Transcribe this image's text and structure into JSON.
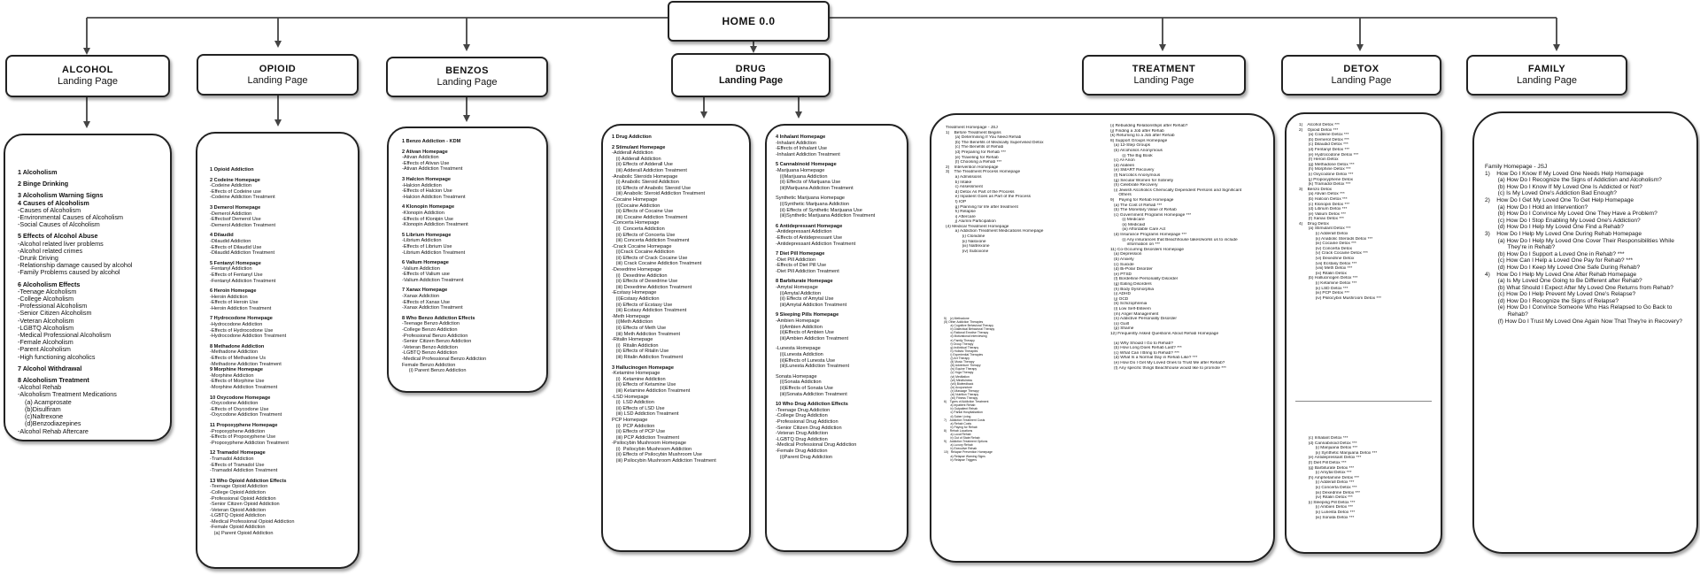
{
  "home": {
    "label": "HOME 0.0"
  },
  "landing": [
    {
      "title": "ALCOHOL",
      "subtitle": "Landing Page"
    },
    {
      "title": "OPIOID",
      "subtitle": "Landing Page"
    },
    {
      "title": "BENZOS",
      "subtitle": "Landing Page"
    },
    {
      "title": "DRUG",
      "subtitle": "Landing Page"
    },
    {
      "title": "TREATMENT",
      "subtitle": "Landing Page"
    },
    {
      "title": "DETOX",
      "subtitle": "Landing Page"
    },
    {
      "title": "FAMILY",
      "subtitle": "Landing Page"
    }
  ],
  "alcohol": [
    "1 Alcoholism",
    "",
    "2 Binge Drinking",
    "",
    "3 Alcoholism Warning Signs",
    "4 Causes of Alcoholism",
    "-Causes of Alcoholism",
    "-Environmental Causes of Alcoholism",
    "-Social Causes of Alcoholism",
    "",
    "5 Effects of Alcohol Abuse",
    "-Alcohol related liver problems",
    "-Alcohol related crimes",
    "-Drunk Driving",
    "-Relationship damage caused by alcohol",
    "-Family Problems caused by alcohol",
    "",
    "6 Alcoholism Effects",
    "-Teenage Alcoholism",
    "-College Alcoholism",
    "-Professional Alcoholism",
    "-Senior Citizen Alcoholism",
    "-Veteran Alcoholism",
    "-LGBTQ Alcoholism",
    "-Medical Professional Alcoholism",
    "-Female Alcoholism",
    "-Parent Alcoholism",
    "-High functioning alcoholics",
    "",
    "7 Alcohol Withdrawal",
    "",
    "8 Alcoholism Treatment",
    "-Alcohol Rehab",
    "-Alcoholism Treatment Medications",
    "    (a) Acamprosate",
    "    (b)Disulfiram",
    "    (c)Naltrexone",
    "    (d)Benzodiazepines",
    "-Alcohol Rehab Aftercare"
  ],
  "opioid": [
    "1 Opioid Addiction",
    "",
    "2 Codeine Homepage",
    "-Codeine Addiction",
    "-Effects of Codeine use",
    "-Codeine Addiction Treatment",
    "",
    "3 Demerol Homepage",
    "-Demerol Addiction",
    "-Effectsof Demerol Use",
    "-Demerol Addiction Treatment",
    "",
    "4 Dilaudid",
    "-Dilaudid Addiction",
    "-Effects of Dilaudid Use",
    "-Dilaudid Addiction Treatment",
    "",
    "5 Fentanyl Homepage",
    "-Fentanyl Addiction",
    "-Effects of Fentanyl Use",
    "-Fentanyl Addiction Treatment",
    "",
    "6 Heroin Homepage",
    "-Heroin Addiction",
    "-Effects of Heroin Use",
    "-Heroin Addiction Treatment",
    "",
    "7 Hydrocodone Homepage",
    "-Hydrocodone Addiction",
    "-Effects of Hydrocodone Use",
    "-Hydrocodone Addiction Treatment",
    "",
    "8 Methadone Addiction",
    "-Methadone Addiction",
    "-Effects of Methadone Us",
    "-Methadone Addiction Treatment",
    "9 Morphine Homepage",
    "-Morphine Addiction",
    "-Effects of Morphine Use",
    "-Morphine Addiction Treatment",
    "",
    "10 Oxycodone Homepage",
    "-Oxycodone Addiction",
    "-Effects of Oxycodone Use",
    "-Oxycodone Addiction Treatment",
    "",
    "11 Propoxyphene Homepage",
    "-Propoxyphene Addiction",
    "-Effects of Propoxyphene Use",
    "-Propoxyphene Addiction Treatment",
    "",
    "12 Tramadol Homepage",
    "-Tramadol Addiction",
    "-Effects of Tramadol Use",
    "-Tramadol Addiction Treatment",
    "",
    "13 Who Opioid Addiction Effects",
    "-Teenage Opioid Addiction",
    "-College Opioid Addiction",
    "-Professional Opioid Addiction",
    "-Senior Citizen Opioid Addiction",
    "-Veteran Opioid Addiction",
    "-LGBTQ Opioid Addiction",
    "-Medical Professional Opioid Addiction",
    "-Female Opioid Addiction",
    "   (a) Parent Opioid Addiction"
  ],
  "benzos": [
    "1 Benzo Addiction - KDM",
    "",
    "2 Ativan Homepage",
    "-Ativan Addiction",
    "-Effects of Ativan Use",
    "-Ativan Addiction Treatment",
    "",
    "3 Halcion Homepage",
    "-Halcion Addiction",
    "-Effects of Halcion Use",
    "-Halcion Addiction Treatment",
    "",
    "4 Klonopin Homepage",
    "-Klonopin Addiction",
    "-Effects of Klonipin Use",
    "-Klonopin Addiction Treatment",
    "",
    "5 Librium Homepage",
    "-Librium Addiction",
    "-Effects of Librium Use",
    "-Librium Addiction Treatment",
    "",
    "6 Valium Homepage",
    "-Valium Addiction",
    "-Effects of Valium use",
    "-Valium Addiction Treatment",
    "",
    "7 Xanax Homepage",
    "-Xanax Addiction",
    "-Effects of Xanax Use",
    "-Xanax Addiction Treatment",
    "",
    "8 Who Benzo Addiction Effects",
    "-Teenage Benzo Addiction",
    "-College Benzo Addiction",
    "-Professional Benzo Addiction",
    "-Senior Citizen Benzo Addiction",
    "-Veteran Benzo Addiction",
    "-LGBTQ Benzo Addiction",
    "-Medical Professional Benzo Addiction",
    "Female Benzo Addiction",
    "     (i) Parent Benzo Addiction"
  ],
  "drug_left": [
    "1 Drug Addiction",
    "",
    "2 Stimulant Homepage",
    "-Adderall Addiction",
    "   (i) Adderall Addiction",
    "   (ii) Effects of Adderall Use",
    "   (iii) Adderall Addiction Treatment",
    "-Anabolic Steroids Homepage",
    "   (i) Anabolic Steroid Addiction",
    "   (ii) Effects of Anabolic Steroid Use",
    "   (iii) Anabolic Steroid Addiction Treatment",
    "-Cocaine Homepage",
    "   (i)Cocaine Addiction",
    "   (ii) Effects of Cocaine Use",
    "   (iii) Cocaine Addiction Treatment",
    "-Concerta Homepage",
    "   (i)  Concerta Addiction",
    "   (ii) Effects of Concerta Use",
    "   (iii) Concerta Addiction Treatment",
    "-Crack Cocaine Homepage",
    "   (i)Crack Cocaine Addiction",
    "   (ii) Effects of Crack Cocaine Use",
    "   (iii) Crack Cocaine Addiction Treatment",
    "-Dexedrine Homepage",
    "   (i)  Dexedrine Addiction",
    "   (ii) Effects of Dexedrine Use",
    "   (iii) Dexedrine Addiction Treatment",
    "-Ecstasy Homepage",
    "   (i)Ecstasy Addiction",
    "   (ii) Effects of Ecstasy Use",
    "   (iii) Ecstasy Addiction Treatment",
    "-Meth Homepage",
    "   (i)Meth Addiction",
    "   (ii) Effects of Meth Use",
    "   (iii) Meth Addiction Treatment",
    "-Ritalin Homepage",
    "   (i)  Ritalin Addiction",
    "   (ii) Effects of Ritalin Use",
    "   (iii) Ritalin Addiction Treatment",
    "",
    "3 Hallucinogen Homepage",
    "-Ketamine Homepage",
    "   (i)  Ketamine Addiction",
    "   (ii) Effects of Ketamine Use",
    "   (iii) Ketamine Addiction Treatment",
    "-LSD Homepage",
    "   (i)  LSD Addiction",
    "   (ii) Effects of LSD Use",
    "   (iii) LSD Addiction Treatment",
    "PCP Homepage",
    "   (i)  PCP Addiction",
    "   (ii) Effects of PCP Use",
    "   (iii) PCP Addiction Treatment",
    "-Psilocybin Mushroom Homepage",
    "   (i)  Psilocybin Mushroom Addiction",
    "   (ii) Effects of Psilocybin Mushroom Use",
    "   (iii) Psilocybin Mushroom Addiction Treatment"
  ],
  "drug_right": [
    "4 Inhalant Homepage",
    "-Inhalant Addiction",
    "-Effects of Inhalant Use",
    "-Inhalant Addiction Treatment",
    "",
    "5 Cannabinoid Homepage",
    "-Marijuana Homepage",
    "   (i)Marijuana Addiction",
    "   (ii) Effects of Marijuana Use",
    "   (iii)Marijuana Addiction Treatment",
    "",
    "Synthetic Marijuana Homepage",
    "   (i)Synthetic Marijuana Addiction",
    "   (ii) Effects of Synthetic Marijuana Use",
    "   (iii)Synthetic Marijuana Addiction Treatment",
    "",
    "6 Antidepressant Homepage",
    "-Antidepressant Addiction",
    "-Effects of Antidepressant Use",
    "-Antidepressant Addiction Treatment",
    "",
    "7 Diet Pill Homepage",
    "-Diet Pill Addiction",
    "-Effects of Diet Pill Use",
    "-Diet Pill Addiction Treatment",
    "",
    "8 Barbiturate Homepage",
    "-Amytal Homepage",
    "   (i)Amytal Addiction",
    "   (ii) Effects of Amytal Use",
    "   (iii)Amytal Addiction Treatment",
    "",
    "9 Sleeping Pills Homepage",
    "-Ambien Homepage",
    "   (i)Ambien Addiction",
    "   (ii)Effects of Ambien Use",
    "   (iii)Ambien Addiction Treatment",
    "",
    "-Lunesta Homepage",
    "   (i)Lunesta Addiction",
    "   (ii)Effects of Lunesta Use",
    "   (iii)Lunesta Addiction Treatment",
    "",
    "Sonata Homepage",
    "   (i)Sonata Addiction",
    "   (ii)Effects of Sonata Use",
    "   (iii)Sonata Addiction Treatment",
    "",
    "10 Who Drug Addiction Effects",
    "-Teenage Drug Addiction",
    "-College Drug Addiction",
    "-Professional Drug Addiction",
    "-Senior Citizen Drug Addiction",
    "-Veteran Drug Addiction",
    "-LGBTQ Drug Addiction",
    "-Medical Professional Drug Addiction",
    "-Female Drug Addiction",
    "   (i)Parent Drug Addiction"
  ],
  "treatment_left_a": [
    "Treatment Homepage - JSJ",
    "1)    Before Treatment Begins",
    "        (a) Determining If You Need Rehab",
    "        (b) The Benefits of Medically Supervised Detox",
    "        (c) The Benefits of Rehab",
    "        (d) Preparing for Rehab ***",
    "        (e) Traveling for Rehab",
    "        (f) Choosing a Rehab ***",
    "2)    Intervention Homepage",
    "3)    The Treatment Process Homepage",
    "        a) Admissions",
    "        b) Intake",
    "        c) Assessment",
    "        d) Detox As Part of the Process",
    "        e) Inpatient Goes as Part of the Process",
    "        f) IOP",
    "        g) Planning for life after treatment",
    "        h) Relapse",
    "        i) Aftercare",
    "        j) Alumni Participation",
    "(4) Medical Treatment Homepage",
    "        a) Addiction Treatment Medications Homepage",
    "              (i) Clonidine",
    "              (ii) Naloxone",
    "              (iii) Naltrexone",
    "              (iv) Suboxone"
  ],
  "treatment_left_b": [
    "5)    (v) Methadone",
    "(5) Other Addiction Therapies",
    "        a) Cognitive Behavioral Therapy",
    "        b) Dialectical Behavioral Therapy",
    "        c) Rational Emotive Therapy",
    "        d) Motivational Interviewing",
    "        e) Family Therapy",
    "        f) Group Therapy",
    "        g) Individual Therapy",
    "        h) Holistic Therapies",
    "        i) Experiential Therapies",
    "        (i) Art Therapy",
    "        (ii) Music Therapy",
    "        (iii) Adventure Therapy",
    "        (iv) Equine Therapy",
    "        (v) Yoga Therapy",
    "        (vi) Meditation",
    "        (vii) Mindfulness",
    "        (viii) Biofeedback",
    "        (ix) Acupuncture",
    "        (x) Massage Therapy",
    "        (xi) Nutrition Therapy",
    "        (xii) Fitness Therapy",
    "6)    Types of Addiction Treatment",
    "        a) Inpatient Rehab",
    "        b) Outpatient Rehab",
    "        c) Partial Hospitalization",
    "        d) Sober Living",
    "7)    Addiction Treatment Costs",
    "        a) Rehab Costs",
    "        b) Paying for Rehab",
    "8)    Rehab Locations",
    "        a) Local Rehab",
    "        b) Out of State Rehab",
    "9)    Addiction Treatment Options",
    "        a) Luxury Rehab",
    "        b) Executive Rehab",
    "10)   Relapse Prevention Homepage",
    "        a) Relapse Warning Signs",
    "        b) Relapse Triggers"
  ],
  "treatment_right": [
    "(i) Rebuilding Relationships after Rehab?",
    "(j) Finding a Job after Rehab",
    "(k) Returning to a Job after Rehab",
    "8) Support Groups Homepage",
    "   (a) 12-Step Groups",
    "   (b) Alcoholics Anonymous",
    "          (i) The Big Book",
    "   (c) Al-Anon",
    "   (d) Alateen",
    "   (e) SMART Recovery",
    "   (f) Narcotics Anonymous",
    "   (g) Secular Women for Sobriety",
    "   (h) Celebrate Recovery",
    "   (i) Jewish Alcoholics Chemically Dependent Persons and Significant",
    "       Others",
    "9)    Paying for Rehab Homepage",
    "   (a) The Cost of Rehab ***",
    "   (b) The Monetary Value of Rehab",
    "   (c) Government Programs Homepage ***",
    "          (i) Medicare",
    "          (ii) Medicaid",
    "          (iii) Affordable Care Act",
    "   (d) Insurance Programs Homepage ***",
    "          (i) Any insurances that Beachhouse takes/works us to include",
    "              information on ***",
    "11) Co-Occurring Disorders Homepage",
    "   (a) Depression",
    "   (b) Anxiety",
    "   (c) Suicide",
    "   (d) Bi-Polar Disorder",
    "   (e) PTSD",
    "   (f) Borderline Personality Disorder",
    "   (g) Eating Disorders",
    "   (h) Body Dysmorphia",
    "   (i) ADHD",
    "   (j) OCD",
    "   (k) Schizophrenia",
    "   (l) Low Self-Esteem",
    "   (m) Anger Management",
    "   (n) Addictive Personality Disorder",
    "   (o) Guilt",
    "   (p) Shame",
    "12) Frequently Asked Questions About Rehab Homepage",
    "",
    "   (a) Why Should I Go to Rehab?",
    "   (b) How Long Does Rehab Last? ***",
    "   (c) What Can I Bring to Rehab? ***",
    "   (d) What Is a Normal Day in Rehab Like? ***",
    "   (e) How Do I Get My Loved Ones to Trust Me after Rehab?",
    "   (f) Any specific things Beachhouse would like to promote ***"
  ],
  "detox_a": [
    "1)    Alcohol Detox ***",
    "2)    Opioid Detox ***",
    "        (a) Codeine Detox ***",
    "        (b) Demerol Detox ***",
    "        (c) Dilaudid Detox ***",
    "        (d) Fentanyl Detox ***",
    "        (e) Hydrocodone Detox ***",
    "        (f) Heroin Detox",
    "        (g) Methadone Detox ***",
    "        (h) Morphine Detox ***",
    "        (i) Oxycodone Detox ***",
    "        (j) Propoxyphene Detox",
    "        (k) Tramadol Detox ***",
    "3)    Benzo Detox",
    "        (a) Ativan Detox ***",
    "        (b) Halcion Detox ***",
    "        (c) Klonopin Detox ***",
    "        (d) Librium Detox ***",
    "        (e) Valium Detox ***",
    "        (f) Xanax Detox ***",
    "4)    Drug Detox",
    "        (a) Stimulant Detox ***",
    "              (i) Adderall Detox",
    "              (ii) Anabolic Steroids Detox ***",
    "              (iii) Cocaine Detox ***",
    "              (iv) Concerta Detox",
    "              (v) Crack Cocaine Detox ***",
    "              (vi) Dexedrine Detox",
    "              (vii) Ecstasy Detox ***",
    "              (viii) Meth Detox ***",
    "              (ix) Ritalin Detox",
    "        (b) Hallucinogen Detox ***",
    "              (i) Ketamine Detox ***",
    "              (ii) LSD Detox ***",
    "              (iii) PCP Detox ***",
    "              (iv) Psilocybin Mushroom Detox ***"
  ],
  "detox_b": [
    "        (c) Inhalant Detox ***",
    "        (d) Cannabinoid Detox ***",
    "              (i) Marijuana Detox ***",
    "              (ii) Synthetic Marijuana Detox ***",
    "        (e) Antidepressant Detox ***",
    "        (f) Diet Pill Detox ***",
    "        (g) Barbiturate Detox ***",
    "              (i) Amytal Detox ***",
    "        (h) Amphetamine Detox ***",
    "              (i) Adderall Detox ***",
    "              (ii) Concerta Detox ***",
    "              (iii) Dexedrine Detox ***",
    "              (iv) Ritalin Detox ***",
    "        (i) Sleeping Pill Detox ***",
    "              (i) Ambien Detox ***",
    "              (ii) Lunesta Detox ***",
    "              (iii) Sonata Detox ***"
  ],
  "family": [
    "Family Homepage - JSJ",
    "1)    How Do I Know If My Loved One Needs Help Homepage",
    "        (a) How Do I Recognize the Signs of Addiction and Alcoholism?",
    "        (b) How Do I Know If My Loved One Is Addicted or Not?",
    "        (c) Is My Loved One's Addiction Bad Enough?",
    "2)    How Do I Get My Loved One To Get Help Homepage",
    "        (a) How Do I Hold an Intervention?",
    "        (b) How Do I Convince My Loved One They Have a Problem?",
    "        (c) How Do I Stop Enabling My Loved One's Addiction?",
    "        (d) How Do I Help My Loved One Find a Rehab?",
    "3)    How Do I Help My Loved One During Rehab Homepage",
    "        (a) How Do I Help My Loved One Cover Their Responsibilities While",
    "              They're in Rehab?",
    "        (b) How Do I Support a Loved One in Rehab? ***",
    "        (c) How Can I Help a Loved One Pay for Rehab? ***",
    "        (d) How Do I Keep My Loved One Safe During Rehab?",
    "4)    How Do I Help My Loved One After Rehab Homepage",
    "        (a) Is My Loved One Going to Be Different after Rehab?",
    "        (b) What Should I Expect After My Loved One Returns from Rehab?",
    "        (c) How Do I Help Prevent My Loved One's Relapse?",
    "        (d) How Do I Recognize the Signs of Relapse?",
    "        (e) How Do I Convince Someone Who Has Relapsed to Go Back to",
    "              Rehab?",
    "        (f) How Do I Trust My Loved One Again Now That They're in Recovery?"
  ]
}
